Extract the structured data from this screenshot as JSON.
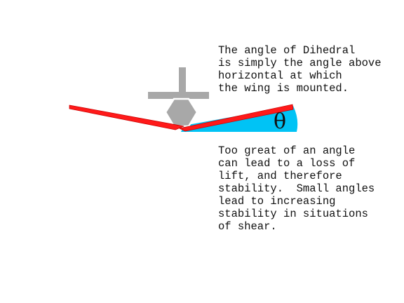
{
  "diagram": {
    "theta_symbol": "θ",
    "colors": {
      "wing": "#ff1a1a",
      "wing_edge": "#cc0000",
      "angle_wedge": "#00c3f5",
      "fuselage": "#a8a8a8",
      "fuselage_edge": "#ffffff",
      "text": "#111111"
    },
    "icons": [
      "airplane-front-view",
      "dihedral-angle-wedge"
    ]
  },
  "notes": {
    "definition": "The angle of Dihedral\nis simply the angle above\nhorizontal at which\nthe wing is mounted.",
    "effects": "Too great of an angle\ncan lead to a loss of\nlift, and therefore\nstability.  Small angles\nlead to increasing\nstability in situations\nof shear."
  }
}
